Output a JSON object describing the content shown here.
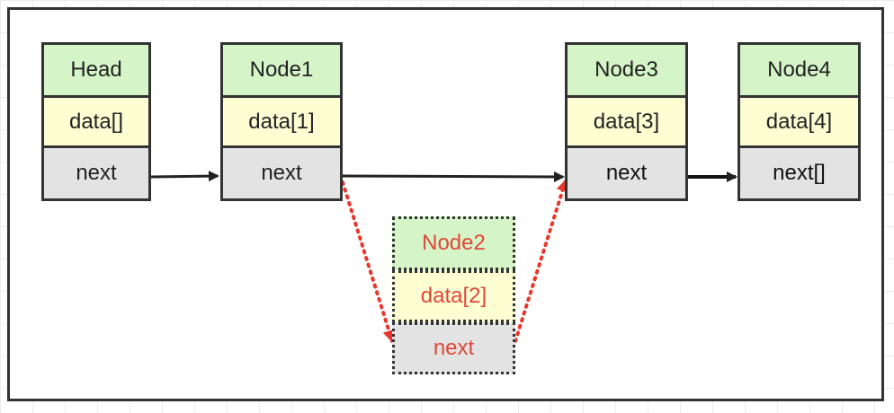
{
  "nodes": [
    {
      "id": "head",
      "header": "Head",
      "data": "data[]",
      "next": "next"
    },
    {
      "id": "node1",
      "header": "Node1",
      "data": "data[1]",
      "next": "next"
    },
    {
      "id": "node3",
      "header": "Node3",
      "data": "data[3]",
      "next": "next"
    },
    {
      "id": "node4",
      "header": "Node4",
      "data": "data[4]",
      "next": "next[]"
    }
  ],
  "removed_node": {
    "id": "node2",
    "header": "Node2",
    "data": "data[2]",
    "next": "next"
  },
  "colors": {
    "header_fill": "#d5f5c8",
    "data_fill": "#fefed3",
    "next_fill": "#e3e3e3",
    "border": "#333333",
    "removed_text": "#e0473a",
    "removed_arrow": "#e8372c"
  }
}
